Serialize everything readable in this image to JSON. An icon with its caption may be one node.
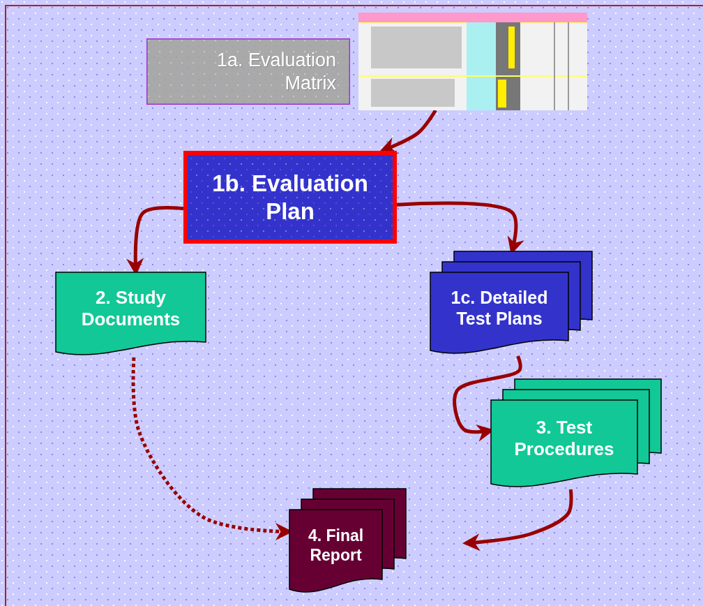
{
  "diagram": {
    "nodes": [
      {
        "text": [
          "1a. Evaluation Matrix"
        ]
      },
      {
        "text": [],
        "shape": "picture"
      },
      {
        "text": [
          "1b. Evaluation Plan"
        ]
      },
      {
        "text": [
          "2. Study Documents"
        ]
      },
      {
        "text": [
          "1c. Detailed Test Plans"
        ]
      },
      {
        "text": [
          "3. Test Procedures"
        ]
      },
      {
        "text": [
          "4. Final Report"
        ]
      }
    ],
    "edges": [
      {
        "from": 1,
        "to": 2,
        "arrow": "to"
      },
      {
        "from": 2,
        "to": 3,
        "arrow": "to"
      },
      {
        "from": 2,
        "to": 4,
        "arrow": "to"
      },
      {
        "from": 4,
        "to": 5,
        "arrow": "to"
      },
      {
        "from": 3,
        "to": 6,
        "arrow": "to",
        "style": "dashed"
      },
      {
        "from": 5,
        "to": null,
        "arrow": "to"
      }
    ]
  }
}
